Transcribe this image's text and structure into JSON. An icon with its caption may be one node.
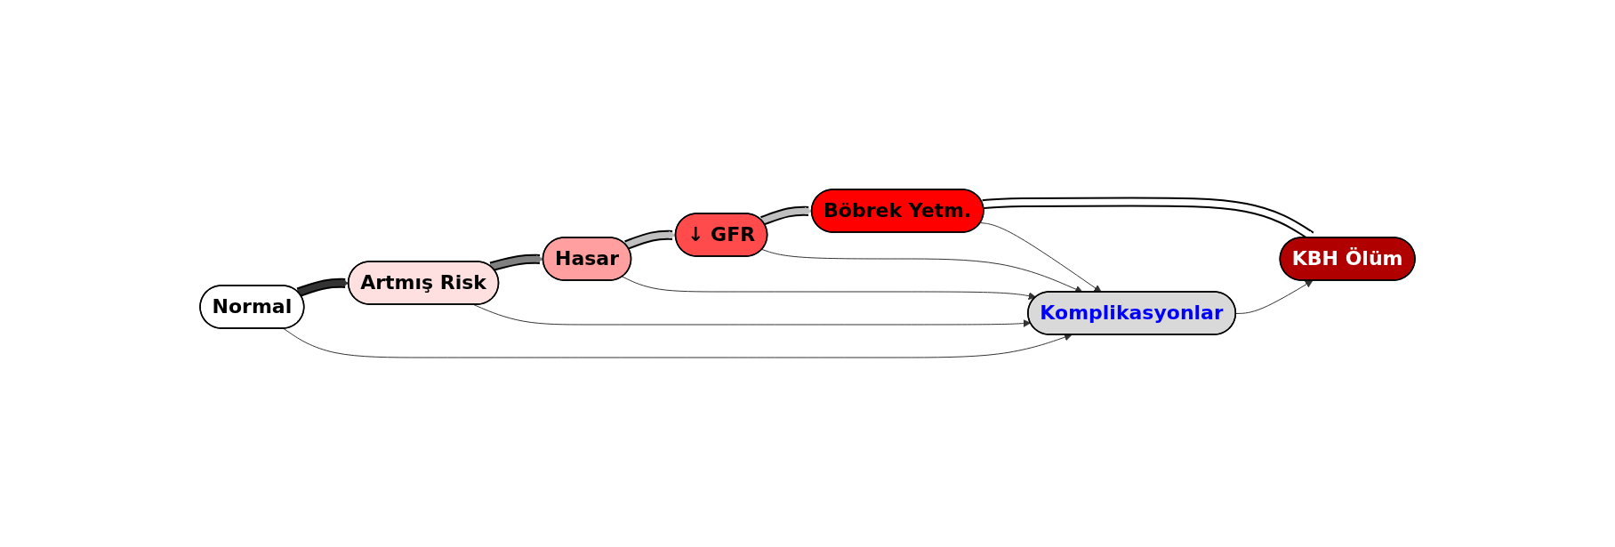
{
  "diagram": {
    "nodes": [
      {
        "text": [
          "Komplikasyonlar"
        ]
      },
      {
        "text": [
          "Normal"
        ]
      },
      {
        "text": [
          "Artmış Risk"
        ]
      },
      {
        "text": [
          "Hasar"
        ]
      },
      {
        "text": [
          "↓ GFR"
        ]
      },
      {
        "text": [
          "Böbrek Yetm."
        ]
      },
      {
        "text": [
          "KBH Ölüm"
        ]
      }
    ],
    "edges": [
      {
        "from": 1,
        "to": 2,
        "arrow": "to",
        "style": "thick"
      },
      {
        "from": 2,
        "to": 3,
        "arrow": "to",
        "style": "thick",
        "color": "#808080"
      },
      {
        "from": 3,
        "to": 4,
        "arrow": "to",
        "style": "thick",
        "color": "#c0c0c0"
      },
      {
        "from": 4,
        "to": 5,
        "arrow": "to",
        "style": "thick",
        "color": "#c0c0c0"
      },
      {
        "from": 5,
        "to": 6,
        "arrow": "to",
        "style": "thick",
        "color": "#ffffff"
      },
      {
        "from": 1,
        "to": 0,
        "arrow": "to"
      },
      {
        "from": 2,
        "to": 0,
        "arrow": "to"
      },
      {
        "from": 3,
        "to": 0,
        "arrow": "to"
      },
      {
        "from": 4,
        "to": 0,
        "arrow": "to"
      },
      {
        "from": 5,
        "to": 0,
        "arrow": "to"
      },
      {
        "from": 0,
        "to": 6,
        "arrow": "to"
      }
    ]
  }
}
